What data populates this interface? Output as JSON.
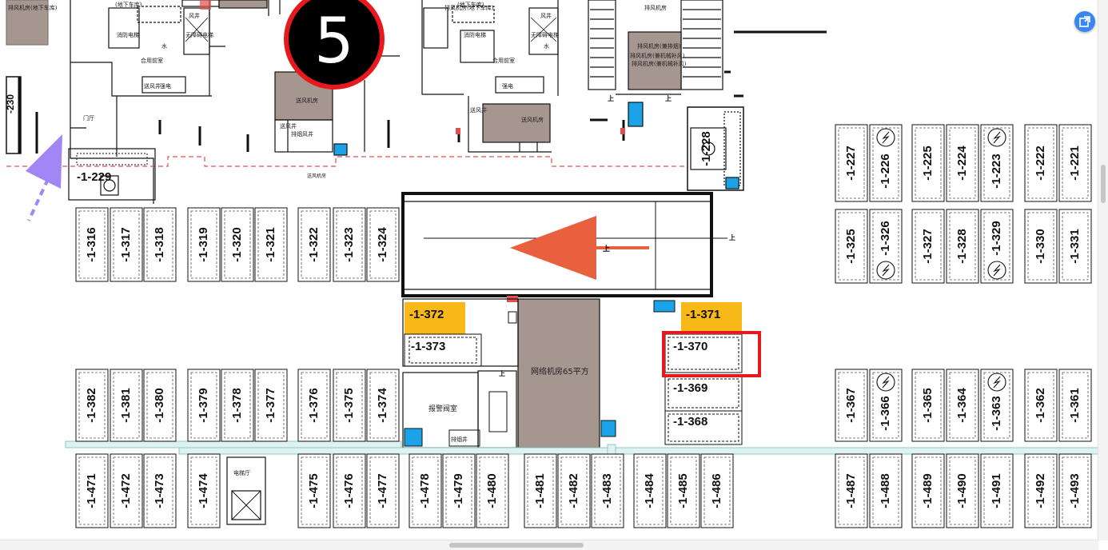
{
  "section_number": "5",
  "colors": {
    "line": "#111111",
    "dash": "#555555",
    "room_fill": "#a5968f",
    "storage_fill": "#f7b818",
    "corridor": "#8cc8c8",
    "blue_marker": "#1aa3e8",
    "dashed_red": "#e05050",
    "arrow_red": "#e8603e",
    "arrow_purple": "#a386f6",
    "highlight": "#e8191e",
    "accent": "#3a86f0"
  },
  "rooms": [
    {
      "label": "门厅"
    },
    {
      "label": "合用前室"
    },
    {
      "label": "送风井"
    },
    {
      "label": "强电"
    },
    {
      "label": "水"
    },
    {
      "label": "风井"
    },
    {
      "label": "送风机房"
    },
    {
      "label": "排风机房(兼排烟)"
    },
    {
      "label": "排烟风井"
    },
    {
      "label": "排风机房(兼机械补风)"
    },
    {
      "label": "网络机房65平方"
    },
    {
      "label": "报警阀室"
    },
    {
      "label": "排烟井"
    },
    {
      "label": "电梯厅"
    },
    {
      "label": "排风机房(地下车库)"
    },
    {
      "label": "(地下车库)"
    },
    {
      "label": "消防电梯"
    },
    {
      "label": "无障碍电梯"
    },
    {
      "label": "排风机房(地下车库)"
    },
    {
      "label": "(地下车库)"
    },
    {
      "label": "消防电梯"
    },
    {
      "label": "无障碍电梯"
    },
    {
      "label": "合用前室"
    },
    {
      "label": "送风井"
    },
    {
      "label": "强电"
    },
    {
      "label": "水"
    },
    {
      "label": "风井"
    },
    {
      "label": "送风井"
    },
    {
      "label": "送风机房"
    },
    {
      "label": "排风机房(兼机械补风)"
    },
    {
      "label": "排风机房"
    },
    {
      "label": "送风机房"
    }
  ],
  "spaces": {
    "row_316_324": [
      "-1-316",
      "-1-317",
      "-1-318",
      "-1-319",
      "-1-320",
      "-1-321",
      "-1-322",
      "-1-323",
      "-1-324"
    ],
    "row_382_374": [
      "-1-382",
      "-1-381",
      "-1-380",
      "-1-379",
      "-1-378",
      "-1-377",
      "-1-376",
      "-1-375",
      "-1-374"
    ],
    "row_471_486": [
      "-1-471",
      "-1-472",
      "-1-473",
      "-1-474",
      "-1-475",
      "-1-476",
      "-1-477",
      "-1-478",
      "-1-479",
      "-1-480",
      "-1-481",
      "-1-482",
      "-1-483",
      "-1-484",
      "-1-485",
      "-1-486"
    ],
    "row_227_221": [
      "-1-227",
      "-1-226",
      "-1-225",
      "-1-224",
      "-1-223",
      "-1-222",
      "-1-221"
    ],
    "row_325_331": [
      "-1-325",
      "-1-326",
      "-1-327",
      "-1-328",
      "-1-329",
      "-1-330",
      "-1-331"
    ],
    "row_367_361": [
      "-1-367",
      "-1-366",
      "-1-365",
      "-1-364",
      "-1-363",
      "-1-362",
      "-1-361"
    ],
    "row_487_493": [
      "-1-487",
      "-1-488",
      "-1-489",
      "-1-490",
      "-1-491",
      "-1-492",
      "-1-493"
    ],
    "storage_372": "-1-372",
    "storage_373": "-1-373",
    "storage_371": "-1-371",
    "storage_370": "-1-370",
    "storage_369": "-1-369",
    "storage_368": "-1-368",
    "accessible_229": "-1-229",
    "accessible_228": "-1-228",
    "left_edge_cut": "-230"
  },
  "misc": {
    "ramp_mark": "上",
    "ramp_mark_2": "上",
    "ramp_mark_3": "上",
    "ramp_mark_4": "上",
    "small_mark": "上"
  },
  "toolbar": {
    "fab_icon": "window-export-icon"
  }
}
